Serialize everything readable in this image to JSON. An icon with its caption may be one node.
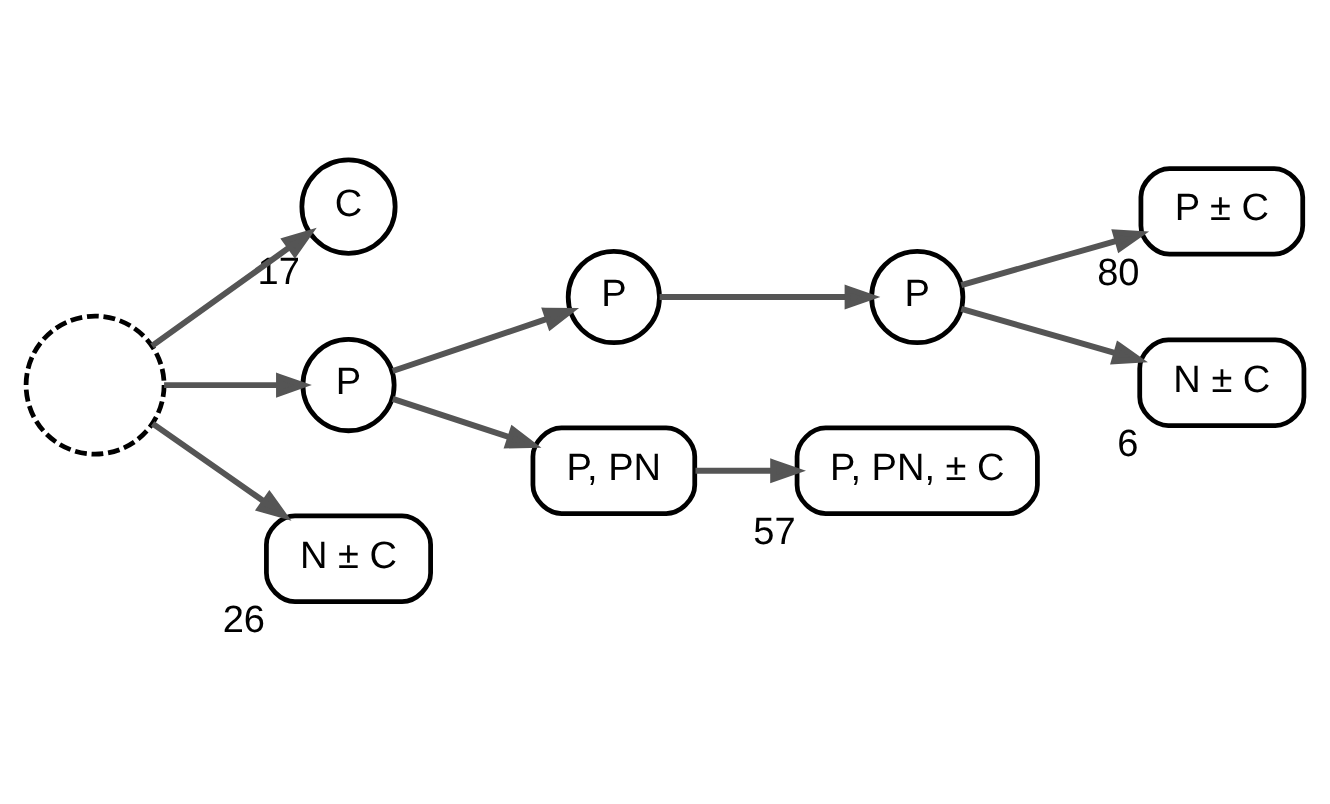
{
  "diagram": {
    "nodes": [
      {
        "text": [],
        "shape": "circle"
      },
      {
        "text": [
          "C"
        ],
        "beside": [
          "17"
        ]
      },
      {
        "text": [
          "P"
        ]
      },
      {
        "text": [
          "P"
        ]
      },
      {
        "text": [
          "P"
        ]
      },
      {
        "text": [
          "P, PN"
        ]
      },
      {
        "text": [
          "P ± C"
        ],
        "beside": [
          "80"
        ]
      },
      {
        "text": [
          "N ± C"
        ],
        "beside": [
          "6"
        ]
      },
      {
        "text": [
          "P, PN, ± C"
        ],
        "beside": [
          "57"
        ]
      },
      {
        "text": [
          "N ± C"
        ],
        "beside": [
          "26"
        ]
      }
    ],
    "edges": [
      {
        "from": 0,
        "to": 1,
        "arrow": "to"
      },
      {
        "from": 0,
        "to": 2,
        "arrow": "to"
      },
      {
        "from": 0,
        "to": 9,
        "arrow": "to"
      },
      {
        "from": 2,
        "to": 3,
        "arrow": "to"
      },
      {
        "from": 2,
        "to": 5,
        "arrow": "to"
      },
      {
        "from": 3,
        "to": 4,
        "arrow": "to"
      },
      {
        "from": 4,
        "to": 6,
        "arrow": "to"
      },
      {
        "from": 4,
        "to": 7,
        "arrow": "to"
      },
      {
        "from": 5,
        "to": 8,
        "arrow": "to"
      }
    ]
  }
}
